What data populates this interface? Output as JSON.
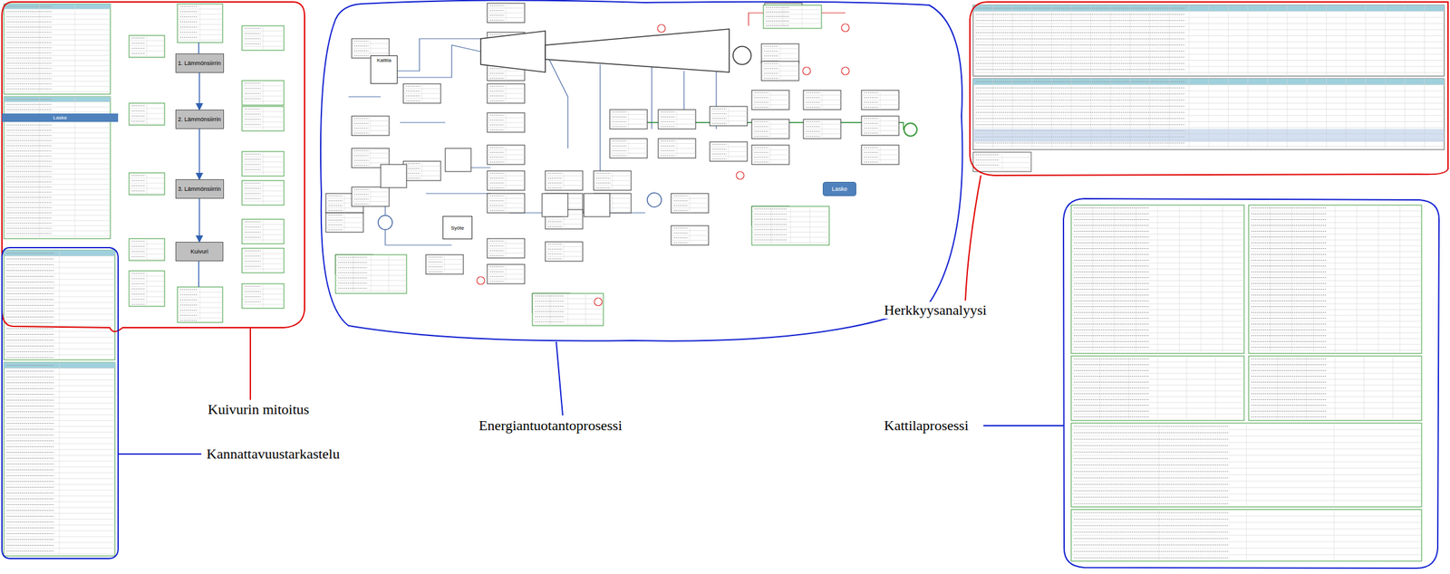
{
  "diagram": {
    "nodes": [
      {
        "text": [
          "1. Lämmönsiirrin"
        ]
      },
      {
        "text": [
          "2. Lämmönsiirrin"
        ]
      },
      {
        "text": [
          "3. Lämmönsiirrin"
        ]
      },
      {
        "text": [
          "Kuivuri"
        ]
      },
      {
        "text": [
          "Laske"
        ]
      },
      {
        "text": [
          "Kattila"
        ]
      },
      {
        "text": [
          "Syöte"
        ]
      },
      {
        "text": [
          "Laske"
        ]
      }
    ],
    "edges": [
      {
        "from": 0,
        "to": 1,
        "arrow": "to"
      },
      {
        "from": 1,
        "to": 2,
        "arrow": "to"
      },
      {
        "from": 2,
        "to": 3,
        "arrow": "to"
      }
    ],
    "labels": [
      "Kuivurin mitoitus",
      "Kannattavuustarkastelu",
      "Energiantuotantoprosessi",
      "Herkkyysanalyysi",
      "Kattilaprosessi"
    ]
  }
}
